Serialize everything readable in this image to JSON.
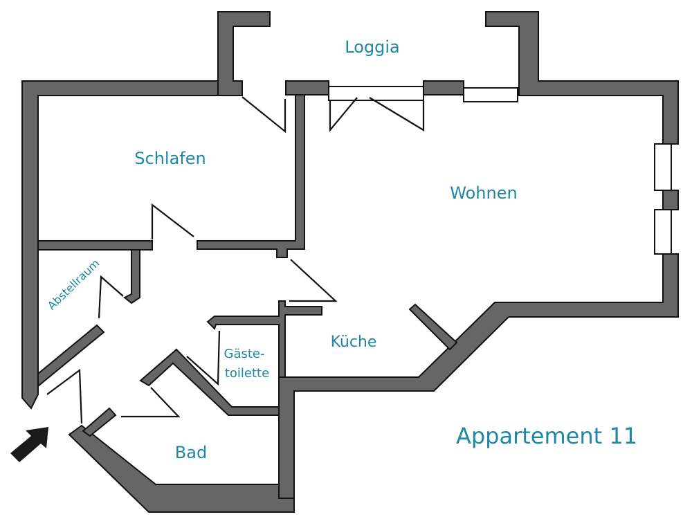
{
  "plan": {
    "title": "Appartement 11",
    "colors": {
      "wall": "#666666",
      "outline": "#111111",
      "label": "#1f86a4",
      "entrance_arrow": "#1a1a1a"
    },
    "rooms": {
      "loggia": "Loggia",
      "schlafen": "Schlafen",
      "wohnen": "Wohnen",
      "abstellraum": "Abstellraum",
      "kueche": "Küche",
      "gaestetoilette_line1": "Gäste-",
      "gaestetoilette_line2": "toilette",
      "bad": "Bad"
    },
    "entrance_icon": "entrance-arrow-icon"
  }
}
